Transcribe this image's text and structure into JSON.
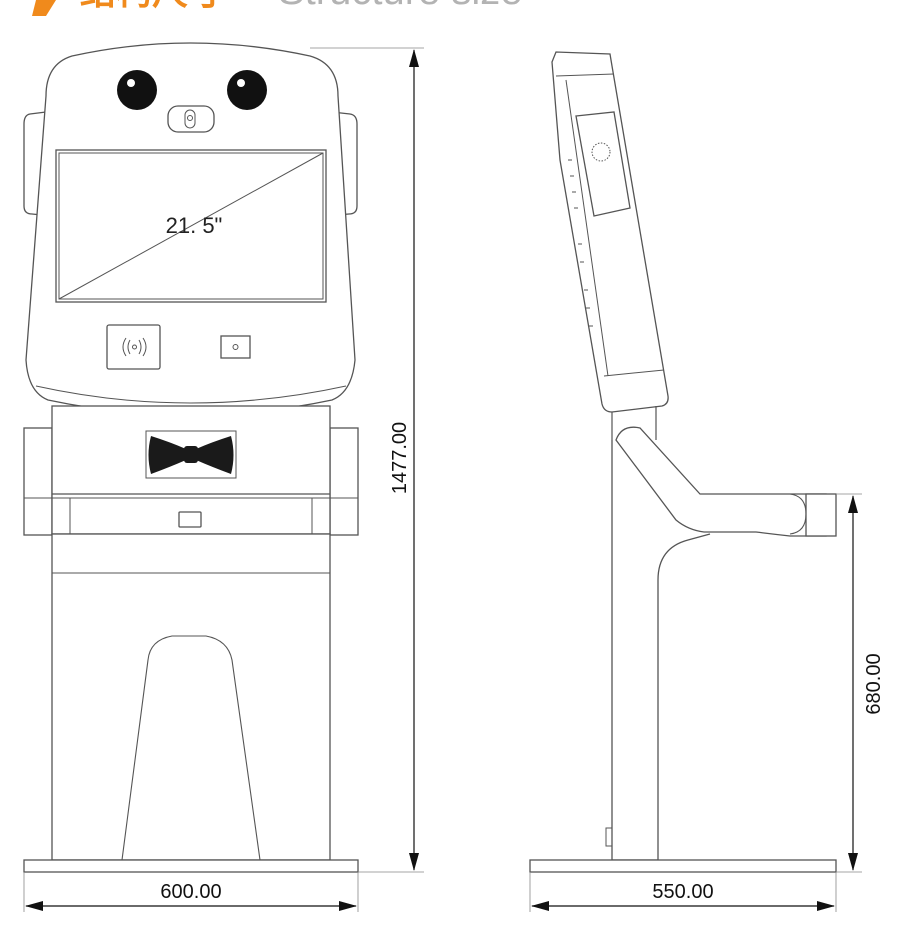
{
  "header": {
    "title_cn": "结构尺寸",
    "title_en": "Structure size",
    "accent_color": "#f08a1c",
    "subtitle_color": "#b3b3b3"
  },
  "front_view": {
    "screen_size_label": "21. 5\"",
    "dim_width": "600.00",
    "dim_height": "1477.00",
    "parts": [
      "camera-eye-left",
      "camera-eye-right",
      "camera-lens",
      "screen",
      "nfc-reader",
      "qr-scanner",
      "bow-tie-icon",
      "card-slot",
      "stand-base"
    ]
  },
  "side_view": {
    "dim_width": "550.00",
    "dim_height": "680.00",
    "parts": [
      "speaker-grille",
      "desk-arm",
      "stand-column",
      "stand-base"
    ]
  },
  "colors": {
    "line": "#555555",
    "dimension_line": "#111111",
    "bow_tie": "#1a1a1a"
  }
}
